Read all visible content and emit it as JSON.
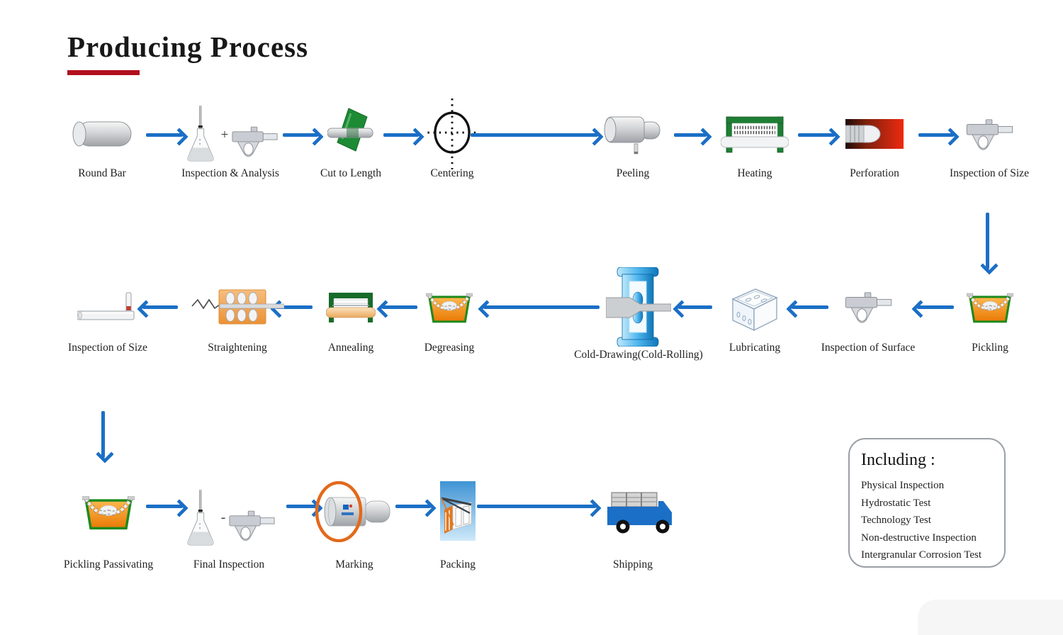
{
  "title": "Producing Process",
  "signs": {
    "plus": "+",
    "minus": "-"
  },
  "nodes": {
    "round_bar": {
      "label": "Round Bar",
      "icon": "steel-round-bar"
    },
    "inspection_analysis": {
      "label": "Inspection & Analysis",
      "icon": "flask-plus-caliper"
    },
    "cut_to_length": {
      "label": "Cut to Length",
      "icon": "saw-blade-with-bar"
    },
    "centering": {
      "label": "Centering",
      "icon": "crosshair-circle"
    },
    "peeling": {
      "label": "Peeling",
      "icon": "peeled-cylinder-tool"
    },
    "heating": {
      "label": "Heating",
      "icon": "furnace-frame"
    },
    "perforation": {
      "label": "Perforation",
      "icon": "piercing-die-hot-block"
    },
    "inspection_of_size_a": {
      "label": "Inspection of Size",
      "icon": "vernier-caliper"
    },
    "pickling": {
      "label": "Pickling",
      "icon": "acid-tank"
    },
    "inspection_of_surface": {
      "label": "Inspection of Surface",
      "icon": "vernier-caliper"
    },
    "lubricating": {
      "label": "Lubricating",
      "icon": "transparent-crate"
    },
    "cold_drawing": {
      "label": "Cold-Drawing(Cold-Rolling)",
      "icon": "drawing-die-stand"
    },
    "degreasing": {
      "label": "Degreasing",
      "icon": "acid-tank"
    },
    "annealing": {
      "label": "Annealing",
      "icon": "annealing-furnace"
    },
    "straightening": {
      "label": "Straightening",
      "icon": "roller-straightener"
    },
    "inspection_of_size_b": {
      "label": "Inspection of Size",
      "icon": "length-gauge"
    },
    "pickling_passivating": {
      "label": "Pickling Passivating",
      "icon": "acid-tank"
    },
    "final_inspection": {
      "label": "Final Inspection",
      "icon": "flask-minus-caliper"
    },
    "marking": {
      "label": "Marking",
      "icon": "marked-cylinder-ring"
    },
    "packing": {
      "label": "Packing",
      "icon": "strapped-bundle"
    },
    "shipping": {
      "label": "Shipping",
      "icon": "cargo-truck"
    }
  },
  "including": {
    "title": "Including :",
    "items": [
      "Physical Inspection",
      "Hydrostatic Test",
      "Technology Test",
      "Non-destructive Inspection",
      "Intergranular Corrosion Test"
    ]
  },
  "colors": {
    "arrow_blue": "#1b6fc6",
    "title_underline_red": "#b1101e",
    "tank_border_green": "#1e8a1e",
    "tank_liquid_orange": "#ef8a1e",
    "perforation_red": "#e3220f",
    "cold_drawing_blue": "#2a9fe0",
    "truck_blue": "#1b6fc6",
    "marking_ring_orange": "#e2691b",
    "blade_green": "#1d8a34"
  }
}
